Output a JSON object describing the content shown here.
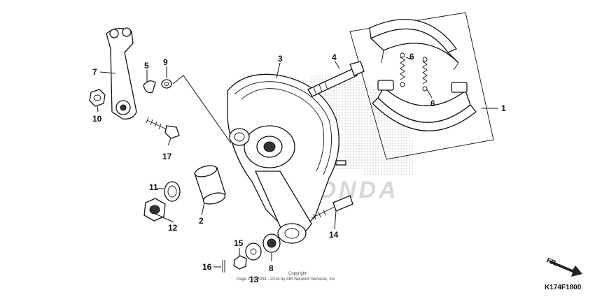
{
  "diagram": {
    "callouts": [
      "1",
      "2",
      "3",
      "4",
      "5",
      "6",
      "6",
      "7",
      "8",
      "9",
      "10",
      "11",
      "12",
      "13",
      "14",
      "15",
      "16",
      "17"
    ],
    "watermark_brand": "HONDA",
    "copyright_line1": "Copyright",
    "copyright_line2": "Page 2 (c) 2004 - 2014 by ARI Network Services, Inc.",
    "direction_label": "FR.",
    "diagram_code": "K174F1800"
  }
}
